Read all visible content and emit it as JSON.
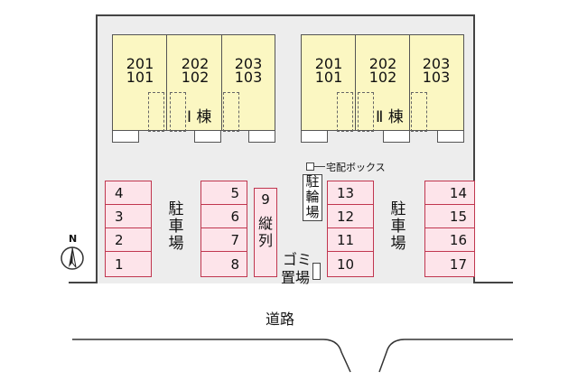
{
  "buildings": [
    {
      "name": "Ⅰ 棟",
      "units": [
        {
          "top": "201",
          "bottom": "101"
        },
        {
          "top": "202",
          "bottom": "102"
        },
        {
          "top": "203",
          "bottom": "103"
        }
      ]
    },
    {
      "name": "Ⅱ 棟",
      "units": [
        {
          "top": "201",
          "bottom": "101"
        },
        {
          "top": "202",
          "bottom": "102"
        },
        {
          "top": "203",
          "bottom": "103"
        }
      ]
    }
  ],
  "parking": {
    "label_left": "駐\n車\n場",
    "label_right": "駐\n車\n場",
    "tandem_label": "縦\n列",
    "spaces": [
      "1",
      "2",
      "3",
      "4",
      "5",
      "6",
      "7",
      "8",
      "9",
      "10",
      "11",
      "12",
      "13",
      "14",
      "15",
      "16",
      "17"
    ]
  },
  "facilities": {
    "delivery_box": "宅配ボックス",
    "bicycle_parking": "駐\n輪\n場",
    "garbage_1": "ゴミ",
    "garbage_2": "置場"
  },
  "road": {
    "label": "道路"
  },
  "compass": {
    "north": "N"
  }
}
